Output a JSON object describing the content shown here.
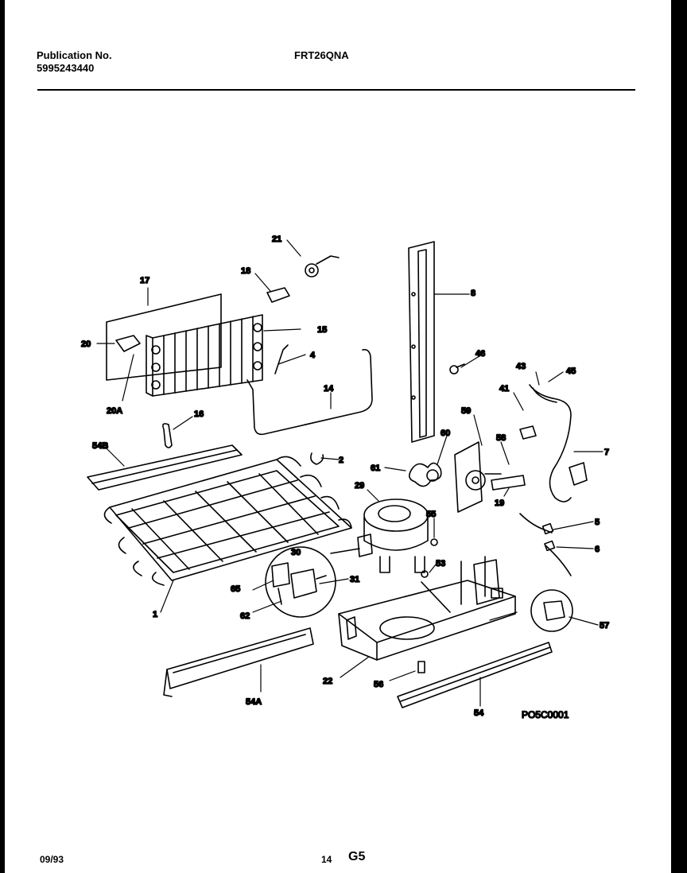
{
  "header": {
    "publication_label": "Publication No.",
    "publication_number": "5995243440",
    "model": "FRT26QNA"
  },
  "diagram": {
    "code": "PO5C0001",
    "part_callouts": [
      "21",
      "18",
      "17",
      "15",
      "20",
      "4",
      "20A",
      "14",
      "16",
      "8",
      "46",
      "43",
      "45",
      "41",
      "7",
      "59",
      "60",
      "58",
      "61",
      "54B",
      "2",
      "29",
      "19",
      "5",
      "6",
      "55",
      "30",
      "31",
      "53",
      "65",
      "62",
      "1",
      "57",
      "22",
      "54A",
      "56",
      "54"
    ]
  },
  "footer": {
    "date": "09/93",
    "page": "14",
    "section": "G5"
  }
}
